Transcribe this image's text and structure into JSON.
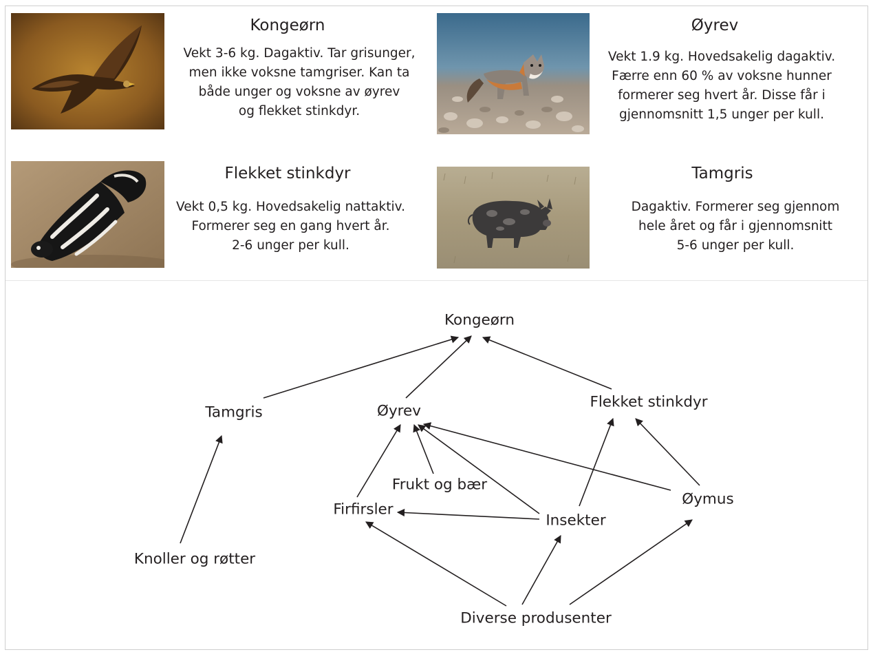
{
  "cards": [
    {
      "title": "Kongeørn",
      "text": "Vekt 3-6 kg. Dagaktiv. Tar grisunger,\nmen ikke voksne tamgriser. Kan ta\nbåde unger og voksne av øyrev\nog flekket stinkdyr.",
      "photo_icon": "golden-eagle-photo"
    },
    {
      "title": "Øyrev",
      "text": "Vekt 1.9 kg. Hovedsakelig dagaktiv.\nFærre enn 60 % av voksne hunner\nformerer seg hvert år. Disse får i\ngjennomsnitt 1,5 unger per kull.",
      "photo_icon": "island-fox-photo"
    },
    {
      "title": "Flekket stinkdyr",
      "text": "Vekt 0,5 kg. Hovedsakelig nattaktiv.\nFormerer seg en gang hvert år.\n2-6 unger per kull.",
      "photo_icon": "spotted-skunk-photo"
    },
    {
      "title": "Tamgris",
      "text": "Dagaktiv. Formerer seg gjennom\nhele året og får i gjennomsnitt\n5-6 unger per kull.",
      "photo_icon": "feral-pig-photo"
    }
  ],
  "food_web": {
    "nodes": {
      "kongeorn": "Kongeørn",
      "tamgris": "Tamgris",
      "oyrev": "Øyrev",
      "flekket": "Flekket stinkdyr",
      "frukt": "Frukt og bær",
      "firfirsler": "Firfirsler",
      "insekter": "Insekter",
      "oymus": "Øymus",
      "knoller": "Knoller og røtter",
      "produsenter": "Diverse produsenter"
    },
    "edges": [
      [
        "tamgris",
        "kongeorn"
      ],
      [
        "oyrev",
        "kongeorn"
      ],
      [
        "flekket",
        "kongeorn"
      ],
      [
        "knoller",
        "tamgris"
      ],
      [
        "firfirsler",
        "oyrev"
      ],
      [
        "frukt",
        "oyrev"
      ],
      [
        "insekter",
        "oyrev"
      ],
      [
        "oymus",
        "oyrev"
      ],
      [
        "insekter",
        "flekket"
      ],
      [
        "oymus",
        "flekket"
      ],
      [
        "insekter",
        "firfirsler"
      ],
      [
        "produsenter",
        "firfirsler"
      ],
      [
        "produsenter",
        "insekter"
      ],
      [
        "produsenter",
        "oymus"
      ]
    ],
    "arrow_color": "#231f20"
  }
}
